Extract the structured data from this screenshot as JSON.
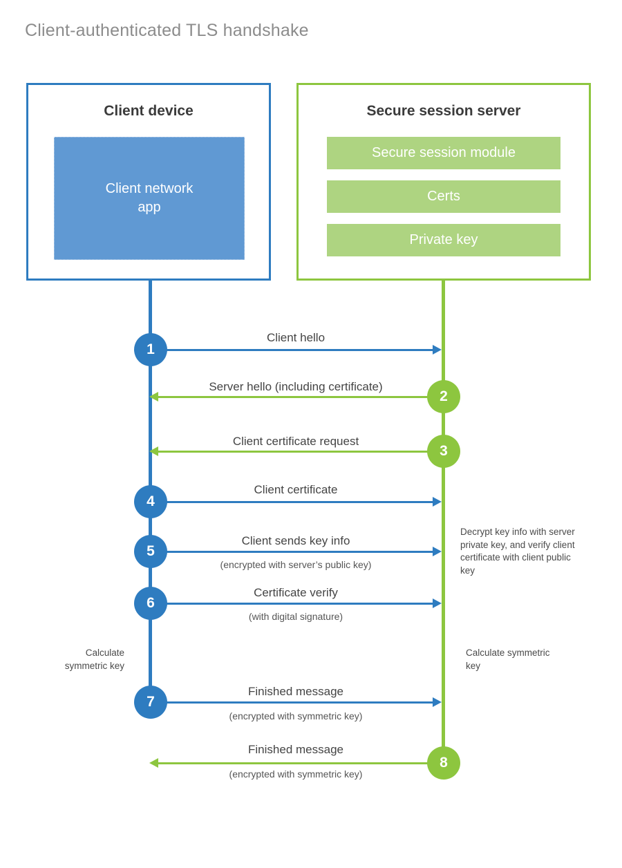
{
  "page": {
    "title": "Client-authenticated TLS handshake"
  },
  "colors": {
    "client_blue": "#2e7cc0",
    "client_app_blue": "#6099d3",
    "server_green": "#8dc63f",
    "server_module_green": "#aed481",
    "title_gray": "#8c8c8c",
    "text_gray": "#444444"
  },
  "client": {
    "title": "Client device",
    "app_label": "Client network\napp",
    "app_label_line1": "Client network",
    "app_label_line2": "app"
  },
  "server": {
    "title": "Secure session server",
    "modules": [
      {
        "label": "Secure session module"
      },
      {
        "label": "Certs"
      },
      {
        "label": "Private key"
      }
    ]
  },
  "steps": [
    {
      "number": "1",
      "label": "Client hello",
      "sublabel": "",
      "direction": "client-to-server",
      "color": "blue"
    },
    {
      "number": "2",
      "label": "Server hello (including certificate)",
      "sublabel": "",
      "direction": "server-to-client",
      "color": "green"
    },
    {
      "number": "3",
      "label": "Client certificate request",
      "sublabel": "",
      "direction": "server-to-client",
      "color": "green"
    },
    {
      "number": "4",
      "label": "Client certificate",
      "sublabel": "",
      "direction": "client-to-server",
      "color": "blue"
    },
    {
      "number": "5",
      "label": "Client sends key info",
      "sublabel": "(encrypted with server’s public key)",
      "direction": "client-to-server",
      "color": "blue"
    },
    {
      "number": "6",
      "label": "Certificate verify",
      "sublabel": "(with digital signature)",
      "direction": "client-to-server",
      "color": "blue"
    },
    {
      "number": "7",
      "label": "Finished message",
      "sublabel": "(encrypted with symmetric key)",
      "direction": "client-to-server",
      "color": "blue"
    },
    {
      "number": "8",
      "label": "Finished message",
      "sublabel": "(encrypted with symmetric key)",
      "direction": "server-to-client",
      "color": "green"
    }
  ],
  "notes": {
    "decrypt": "Decrypt key info with server private key, and verify client certificate with client public key",
    "calculate_symmetric_key_client": "Calculate symmetric key",
    "calculate_symmetric_key_server": "Calculate symmetric key"
  }
}
